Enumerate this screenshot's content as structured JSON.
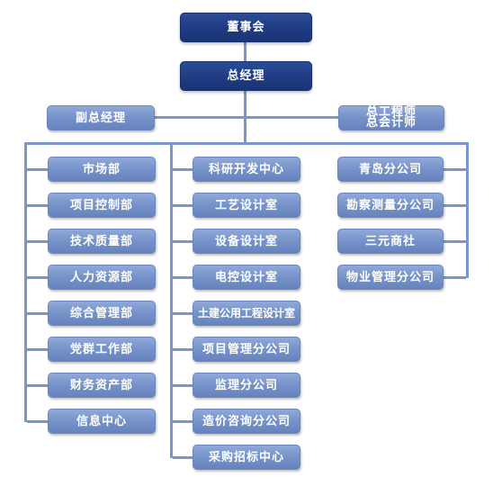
{
  "top": {
    "board": "董事会",
    "gm": "总经理"
  },
  "side": {
    "deputy": "副总经理",
    "chief_eng": "总工程师",
    "chief_acct": "总会计师"
  },
  "col1": [
    "市场部",
    "项目控制部",
    "技术质量部",
    "人力资源部",
    "综合管理部",
    "党群工作部",
    "财务资产部",
    "信息中心"
  ],
  "col2": [
    "科研开发中心",
    "工艺设计室",
    "设备设计室",
    "电控设计室",
    "土建公用工程设计室",
    "项目管理分公司",
    "监理分公司",
    "造价咨询分公司",
    "采购招标中心"
  ],
  "col3": [
    "青岛分公司",
    "勘察测量分公司",
    "三元商社",
    "物业管理分公司"
  ],
  "colors": {
    "dark_box": "#1f3b82",
    "light_box": "#7592c9",
    "connector": "#7a96cc"
  }
}
